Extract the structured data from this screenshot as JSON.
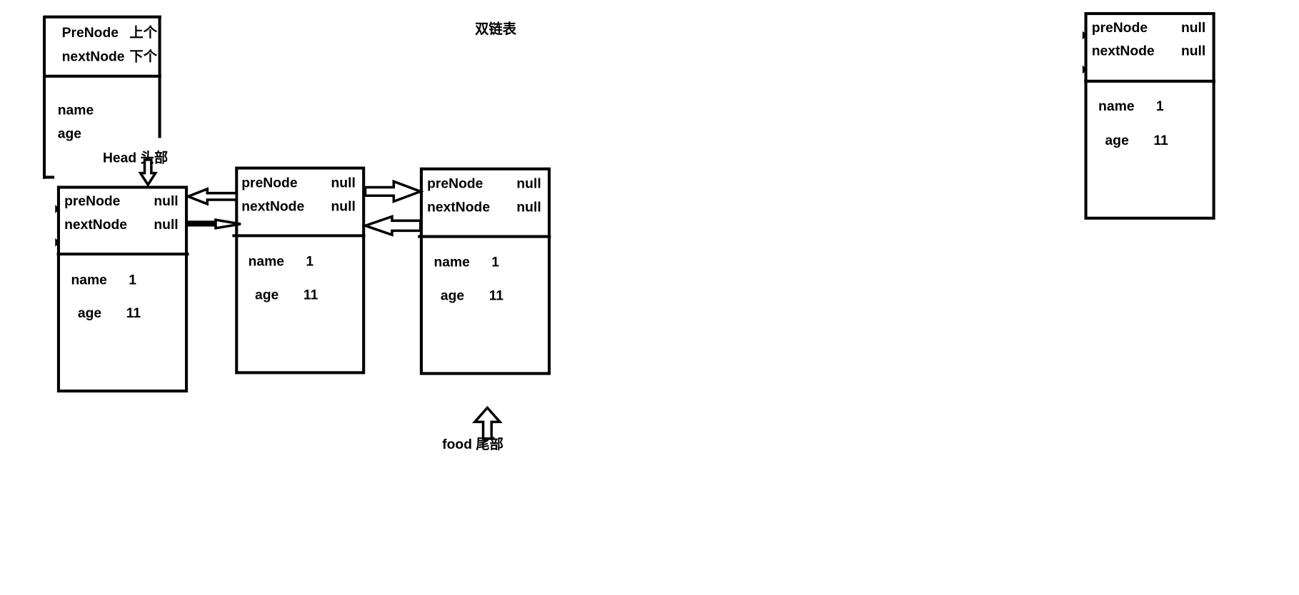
{
  "title": "双链表",
  "legend": {
    "pre_label": "PreNode",
    "pre_desc": "上个",
    "next_label": "nextNode",
    "next_desc": "下个",
    "name_label": "name",
    "age_label": "age"
  },
  "head_label": "Head 头部",
  "tail_label": "food 尾部",
  "nodes": [
    {
      "pre_label": "preNode",
      "pre_value": "null",
      "next_label": "nextNode",
      "next_value": "null",
      "name_label": "name",
      "name_value": "1",
      "age_label": "age",
      "age_value": "11"
    },
    {
      "pre_label": "preNode",
      "pre_value": "null",
      "next_label": "nextNode",
      "next_value": "null",
      "name_label": "name",
      "name_value": "1",
      "age_label": "age",
      "age_value": "11"
    },
    {
      "pre_label": "preNode",
      "pre_value": "null",
      "next_label": "nextNode",
      "next_value": "null",
      "name_label": "name",
      "name_value": "1",
      "age_label": "age",
      "age_value": "11"
    },
    {
      "pre_label": "preNode",
      "pre_value": "null",
      "next_label": "nextNode",
      "next_value": "null",
      "name_label": "name",
      "name_value": "1",
      "age_label": "age",
      "age_value": "11"
    }
  ]
}
